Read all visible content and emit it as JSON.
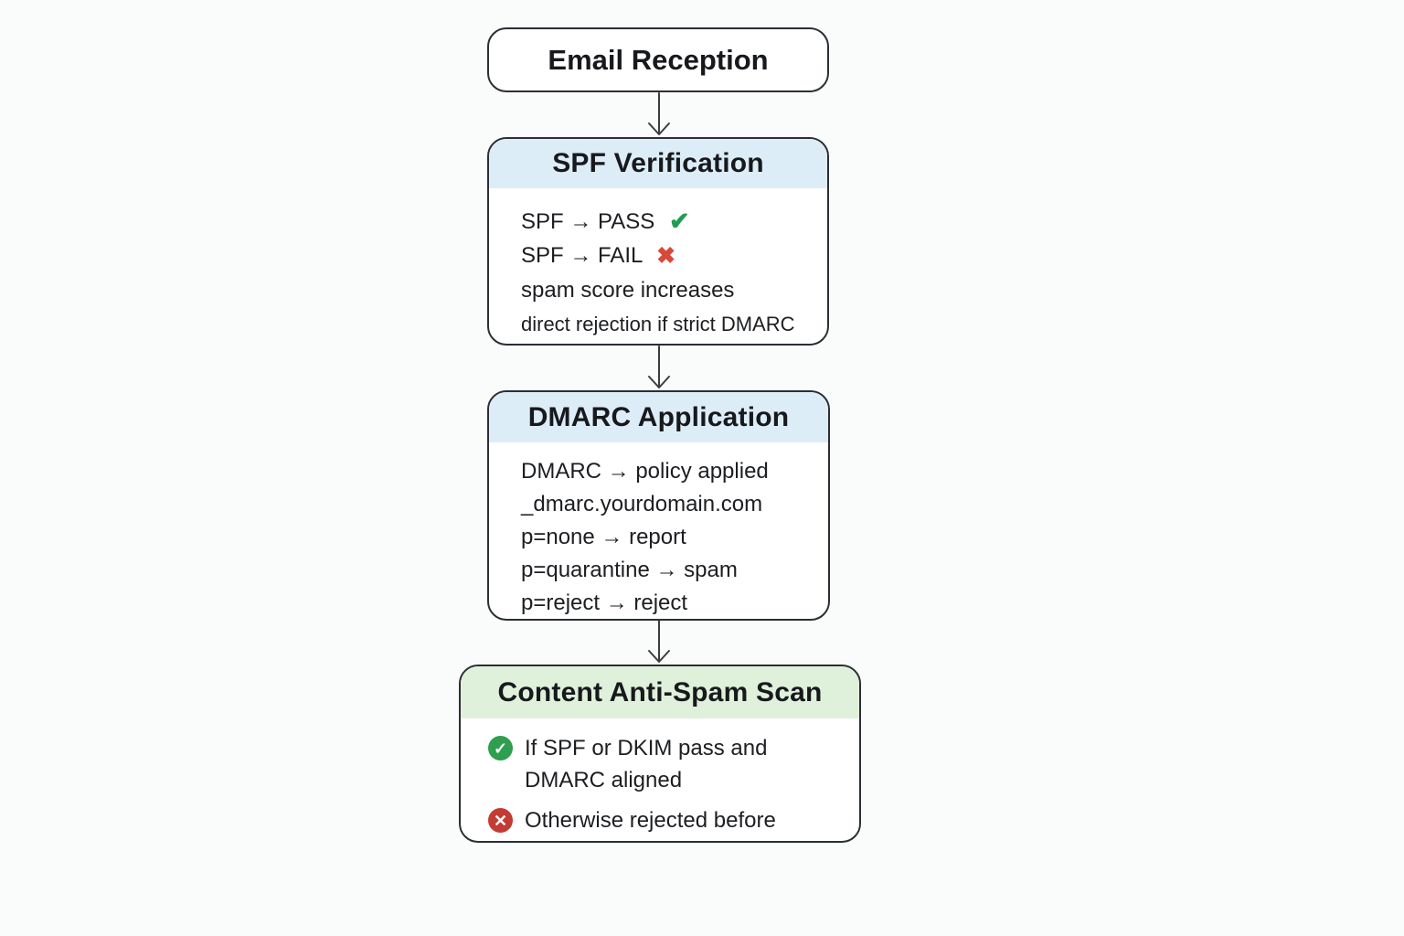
{
  "colors": {
    "background": "#fafbfb",
    "box_border": "#2b2e33",
    "box_fill": "#ffffff",
    "header_blue": "#ddedf8",
    "header_green": "#dff0db",
    "text": "#1c1e21",
    "check_green": "#1f9e52",
    "cross_red": "#d9493a",
    "badge_green": "#2e9e4f",
    "badge_red": "#c23b35",
    "arrow": "#3c3c3c"
  },
  "glyphs": {
    "check": "✔",
    "cross": "✖",
    "badge_check": "✓",
    "badge_cross": "✕"
  },
  "nodes": {
    "email_reception": {
      "title": "Email Reception"
    },
    "spf_verification": {
      "title": "SPF Verification",
      "lines": [
        {
          "text": "SPF → PASS",
          "icon": "check"
        },
        {
          "text": "SPF → FAIL",
          "icon": "cross"
        },
        {
          "text": "spam score increases",
          "icon": ""
        },
        {
          "text": "direct rejection if strict DMARC",
          "icon": ""
        }
      ]
    },
    "dmarc_application": {
      "title": "DMARC Application",
      "lines": [
        {
          "text": "DMARC → policy applied"
        },
        {
          "text": "_dmarc.yourdomain.com"
        },
        {
          "text": "p=none → report"
        },
        {
          "text": "p=quarantine → spam"
        },
        {
          "text": "p=reject → reject"
        }
      ]
    },
    "content_scan": {
      "title": "Content Anti-Spam Scan",
      "items": [
        {
          "icon": "badge-check",
          "text": "If SPF or DKIM pass and DMARC aligned"
        },
        {
          "icon": "badge-cross",
          "text": "Otherwise rejected before reading"
        }
      ]
    }
  }
}
